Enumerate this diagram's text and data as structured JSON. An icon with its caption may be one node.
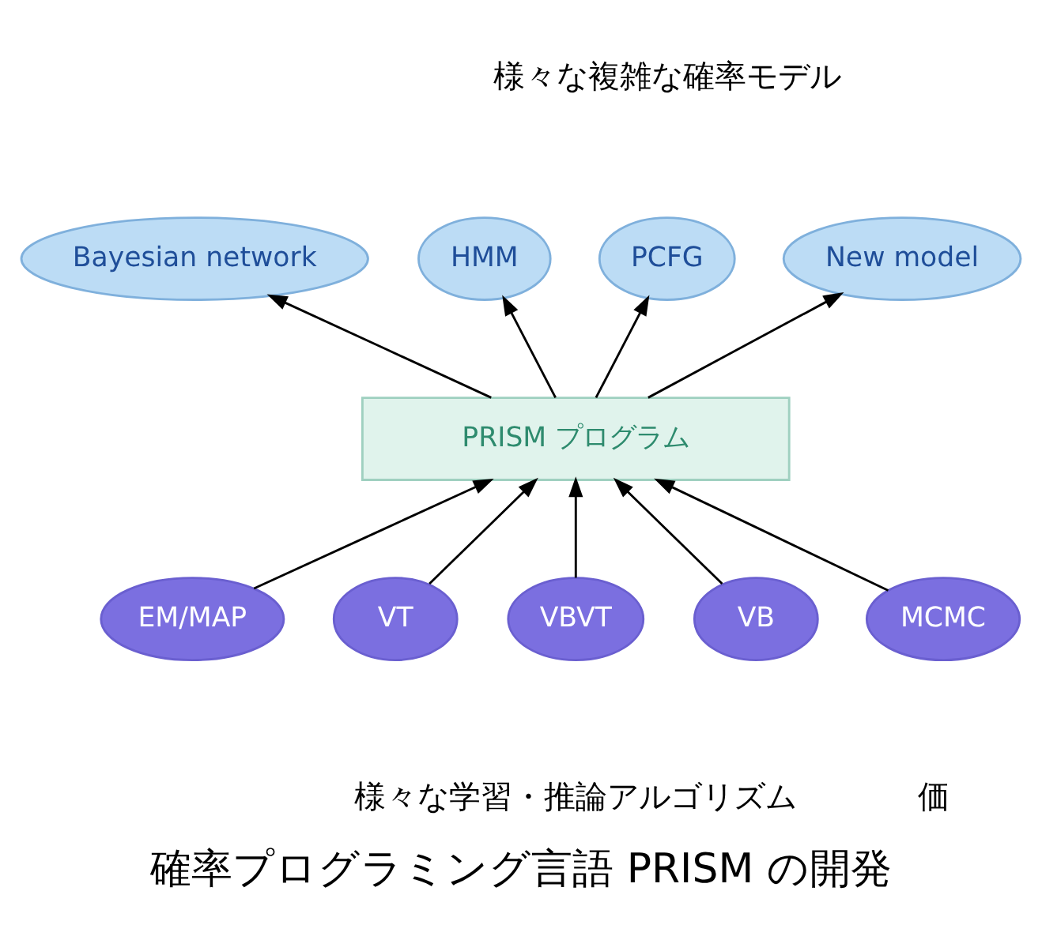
{
  "diagram": {
    "caption": "確率プログラミング言語 PRISM の開発",
    "nodes": [
      {
        "text": [
          "Bayesian network"
        ]
      },
      {
        "text": [
          "HMM"
        ]
      },
      {
        "text": [
          "PCFG"
        ]
      },
      {
        "text": [
          "New model"
        ]
      },
      {
        "text": [
          "PRISM プログラム"
        ]
      },
      {
        "text": [
          "EM/MAP"
        ]
      },
      {
        "text": [
          "VT"
        ]
      },
      {
        "text": [
          "VBVT"
        ]
      },
      {
        "text": [
          "VB"
        ]
      },
      {
        "text": [
          "MCMC"
        ]
      }
    ],
    "edges": [
      {
        "from": 4,
        "to": 0,
        "arrow": "to"
      },
      {
        "from": 4,
        "to": 1,
        "arrow": "to"
      },
      {
        "from": 4,
        "to": 2,
        "arrow": "to"
      },
      {
        "from": 4,
        "to": 3,
        "arrow": "to"
      },
      {
        "from": 5,
        "to": 4,
        "arrow": "to"
      },
      {
        "from": 6,
        "to": 4,
        "arrow": "to"
      },
      {
        "from": 7,
        "to": 4,
        "arrow": "to"
      },
      {
        "from": 8,
        "to": 4,
        "arrow": "to"
      },
      {
        "from": 9,
        "to": 4,
        "arrow": "to"
      }
    ],
    "labels": [
      "様々な複雑な確率モデル",
      "様々な学習・推論アルゴリズム",
      "価"
    ]
  }
}
